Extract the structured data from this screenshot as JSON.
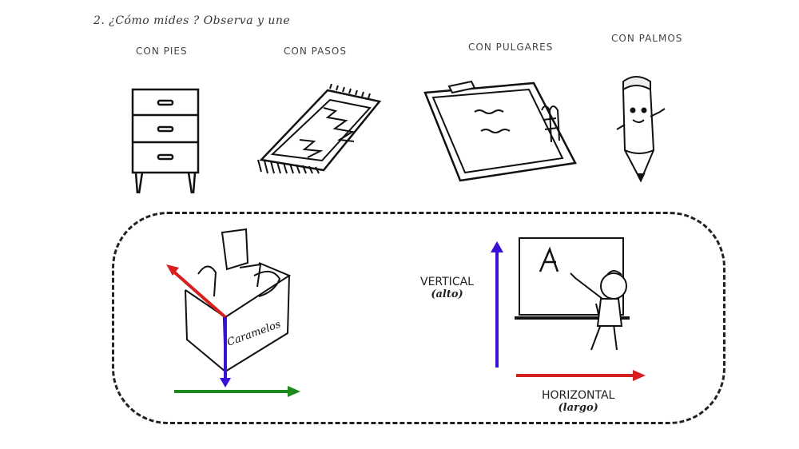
{
  "title": "2. ¿Cómo mides ? Observa y une",
  "measures": {
    "pies": "CON PIES",
    "pasos": "CON PASOS",
    "pulgares": "CON PULGARES",
    "palmos": "CON PALMOS"
  },
  "box_label": "Caramelos",
  "vertical": {
    "label": "VERTICAL",
    "sub": "(alto)"
  },
  "horizontal": {
    "label": "HORIZONTAL",
    "sub": "(largo)"
  },
  "colors": {
    "red": "#d62020",
    "blue": "#3a10d8",
    "green": "#1e8a1e"
  }
}
